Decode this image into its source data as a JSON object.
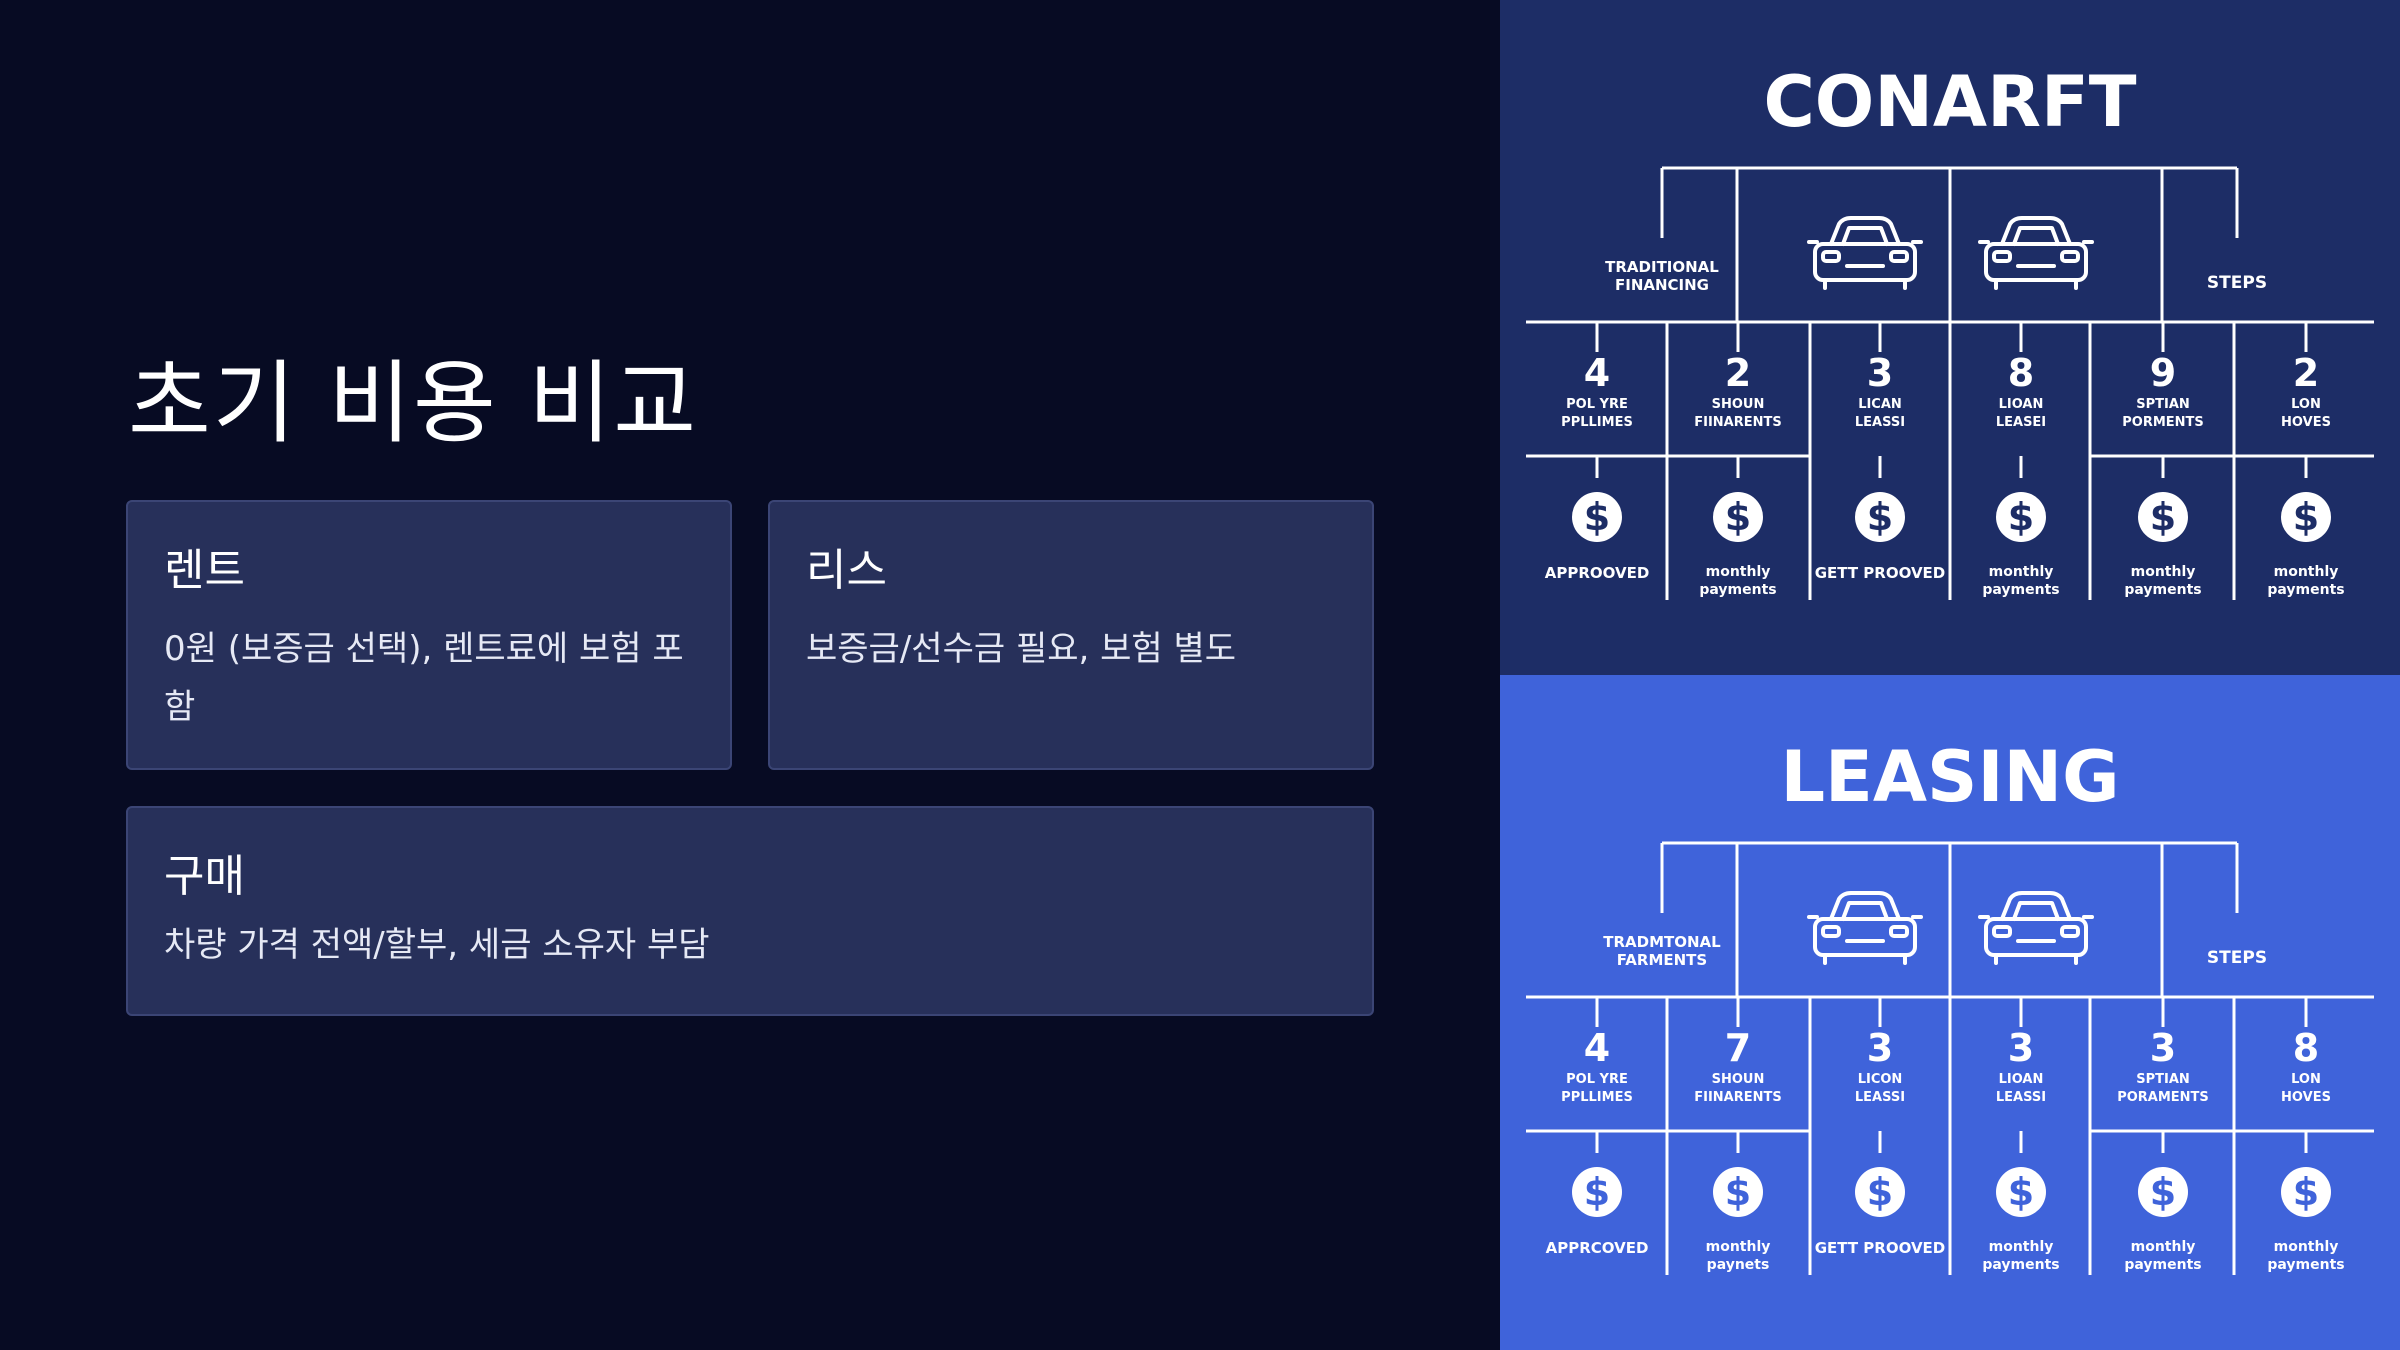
{
  "slide": {
    "title": "초기 비용 비교",
    "cards": {
      "rent": {
        "title": "렌트",
        "body": "0원 (보증금 선택), 렌트료에 보험 포함"
      },
      "lease": {
        "title": "리스",
        "body": "보증금/선수금 필요, 보험 별도"
      },
      "buy": {
        "title": "구매",
        "body": "차량 가격 전액/할부, 세금 소유자 부담"
      }
    }
  },
  "infographic_top": {
    "heading": "CONARFT",
    "left_label": [
      "TRADITIONAL",
      "FINANCING"
    ],
    "right_label": "STEPS",
    "columns": [
      {
        "num": "4",
        "sub": [
          "POL YRE",
          "PPLLIMES"
        ],
        "bottom": [
          "APPROOVED"
        ]
      },
      {
        "num": "2",
        "sub": [
          "SHOUN",
          "FIINARENTS"
        ],
        "bottom": [
          "monthly",
          "payments"
        ]
      },
      {
        "num": "3",
        "sub": [
          "LICAN",
          "LEASSI"
        ],
        "bottom": [
          "GETT PROOVED"
        ]
      },
      {
        "num": "8",
        "sub": [
          "LIOAN",
          "LEASEI"
        ],
        "bottom": [
          "monthly",
          "payments"
        ]
      },
      {
        "num": "9",
        "sub": [
          "SPTIAN",
          "PORMENTS"
        ],
        "bottom": [
          "monthly",
          "payments"
        ]
      },
      {
        "num": "2",
        "sub": [
          "LON",
          "HOVES"
        ],
        "bottom": [
          "monthly",
          "payments"
        ]
      }
    ]
  },
  "infographic_bottom": {
    "heading": "LEASING",
    "left_label": [
      "TRADMTONAL",
      "FARMENTS"
    ],
    "right_label": "STEPS",
    "columns": [
      {
        "num": "4",
        "sub": [
          "POL YRE",
          "PPLLIMES"
        ],
        "bottom": [
          "APPRCOVED"
        ]
      },
      {
        "num": "7",
        "sub": [
          "SHOUN",
          "FIINARENTS"
        ],
        "bottom": [
          "monthly",
          "paynets"
        ]
      },
      {
        "num": "3",
        "sub": [
          "LICON",
          "LEASSI"
        ],
        "bottom": [
          "GETT PROOVED"
        ]
      },
      {
        "num": "3",
        "sub": [
          "LIOAN",
          "LEASSI"
        ],
        "bottom": [
          "monthly",
          "payments"
        ]
      },
      {
        "num": "3",
        "sub": [
          "SPTIAN",
          "PORAMENTS"
        ],
        "bottom": [
          "monthly",
          "payments"
        ]
      },
      {
        "num": "8",
        "sub": [
          "LON",
          "HOVES"
        ],
        "bottom": [
          "monthly",
          "payments"
        ]
      }
    ]
  },
  "icons": {
    "car": "car-icon",
    "dollar": "dollar-coin-icon"
  },
  "colors": {
    "background": "#070b23",
    "card": "#27305a",
    "panel_top": "#1d2d66",
    "panel_bottom": "#3f63da"
  }
}
